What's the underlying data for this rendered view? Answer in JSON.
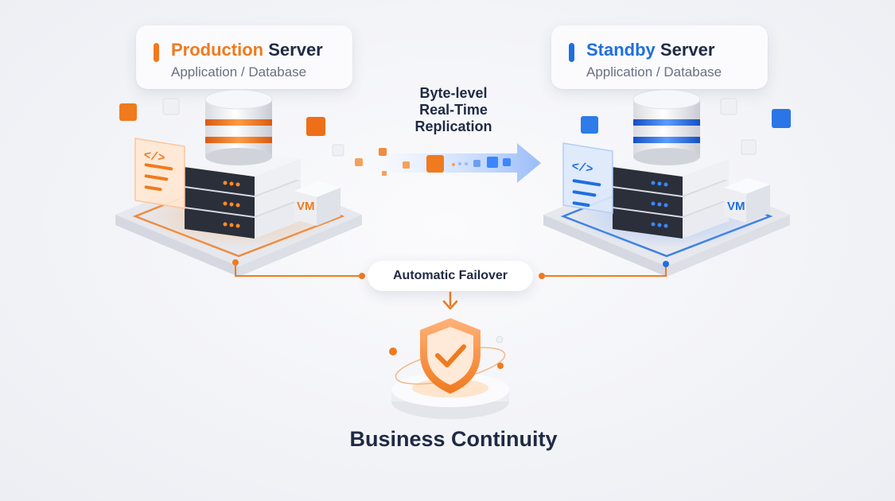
{
  "production": {
    "title_accent": "Production",
    "title_rest": "Server",
    "subtitle": "Application / Database",
    "vm_label": "VM",
    "code_icon": "</>",
    "accent_color": "#f07a1e"
  },
  "standby": {
    "title_accent": "Standby",
    "title_rest": "Server",
    "subtitle": "Application / Database",
    "vm_label": "VM",
    "code_icon": "</>",
    "accent_color": "#1f6fe0"
  },
  "replication": {
    "line1": "Byte-level",
    "line2": "Real-Time",
    "line3": "Replication"
  },
  "failover": {
    "label": "Automatic Failover"
  },
  "continuity": {
    "label": "Business Continuity"
  },
  "icons": [
    "server-icon",
    "database-icon",
    "code-icon",
    "vm-icon",
    "shield-check-icon",
    "arrow-down-icon"
  ]
}
